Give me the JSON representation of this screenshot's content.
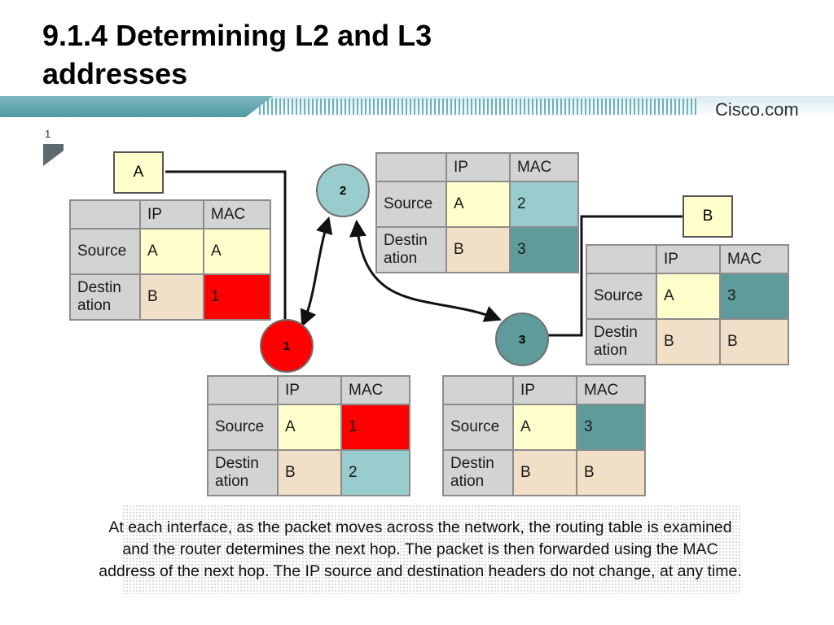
{
  "title": {
    "line1": "9.1.4 Determining L2 and L3",
    "line2": "addresses"
  },
  "brand": "Cisco.com",
  "slide_number": "1",
  "endpoints": {
    "a": "A",
    "b": "B"
  },
  "routers": [
    {
      "label": "1",
      "color": "#ff0000"
    },
    {
      "label": "2",
      "color": "#99cccc"
    },
    {
      "label": "3",
      "color": "#5f9b9b"
    }
  ],
  "table_headers": {
    "ip": "IP",
    "mac": "MAC",
    "source": "Source",
    "dest_line1": "Destin",
    "dest_line2": "ation"
  },
  "tables": [
    {
      "id": "host-a",
      "src_ip": "A",
      "src_mac": "A",
      "dst_ip": "B",
      "dst_mac": "1"
    },
    {
      "id": "router-1",
      "src_ip": "A",
      "src_mac": "1",
      "dst_ip": "B",
      "dst_mac": "2"
    },
    {
      "id": "router-2",
      "src_ip": "A",
      "src_mac": "2",
      "dst_ip": "B",
      "dst_mac": "3"
    },
    {
      "id": "router-3",
      "src_ip": "A",
      "src_mac": "3",
      "dst_ip": "B",
      "dst_mac": "B"
    },
    {
      "id": "host-b",
      "src_ip": "A",
      "src_mac": "3",
      "dst_ip": "B",
      "dst_mac": "B"
    }
  ],
  "colors": {
    "ip_cell": "#ffffcc",
    "dest_cell": "#f2dfc7",
    "header": "#d3d3d3",
    "red": "#ff0000",
    "light_teal": "#99cccc",
    "dark_teal": "#5f9b9b"
  },
  "caption": {
    "line1": "At each interface, as the packet moves across the network, the routing table is examined",
    "line2": "and the router determines the next hop. The packet is then forwarded using the MAC",
    "line3": "address of the next hop. The IP source and destination headers do not change, at any time."
  }
}
